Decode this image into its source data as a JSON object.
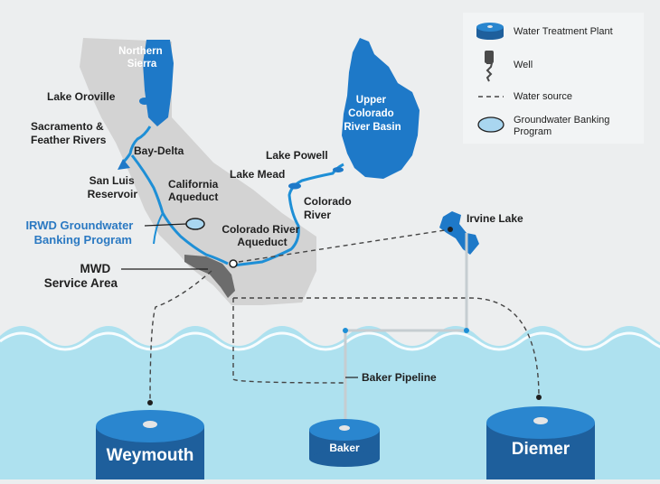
{
  "colors": {
    "background": "#eceeef",
    "land": "#d3d3d3",
    "water_blue": "#1e79c8",
    "river_blue": "#1e8fd6",
    "ocean": "#aee1ef",
    "service_area": "#6c6c6c",
    "irwd_text": "#2b79c2"
  },
  "map": {
    "labels": {
      "northern_sierra": [
        "Northern",
        "Sierra"
      ],
      "lake_oroville": "Lake Oroville",
      "sacramento_feather": [
        "Sacramento &",
        "Feather Rivers"
      ],
      "bay_delta": "Bay-Delta",
      "san_luis": [
        "San Luis",
        "Reservoir"
      ],
      "california_aqueduct": [
        "California",
        "Aqueduct"
      ],
      "irwd_program": [
        "IRWD Groundwater",
        "Banking Program"
      ],
      "mwd_service": [
        "MWD",
        "Service Area"
      ],
      "colorado_aqueduct": [
        "Colorado River",
        "Aqueduct"
      ],
      "lake_mead": "Lake Mead",
      "lake_powell": "Lake Powell",
      "colorado_river": [
        "Colorado",
        "River"
      ],
      "upper_colorado": [
        "Upper",
        "Colorado",
        "River Basin"
      ],
      "irvine_lake": "Irvine Lake",
      "baker_pipeline": "Baker Pipeline"
    }
  },
  "legend": {
    "items": [
      {
        "icon": "water-treatment-plant-icon",
        "label": [
          "Water Treatment Plant"
        ]
      },
      {
        "icon": "well-icon",
        "label": [
          "Well"
        ]
      },
      {
        "icon": "water-source-line-icon",
        "label": [
          "Water source"
        ]
      },
      {
        "icon": "groundwater-banking-icon",
        "label": [
          "Groundwater Banking",
          "Program"
        ]
      }
    ]
  },
  "plants": {
    "weymouth": "Weymouth",
    "baker": "Baker",
    "diemer": "Diemer"
  }
}
